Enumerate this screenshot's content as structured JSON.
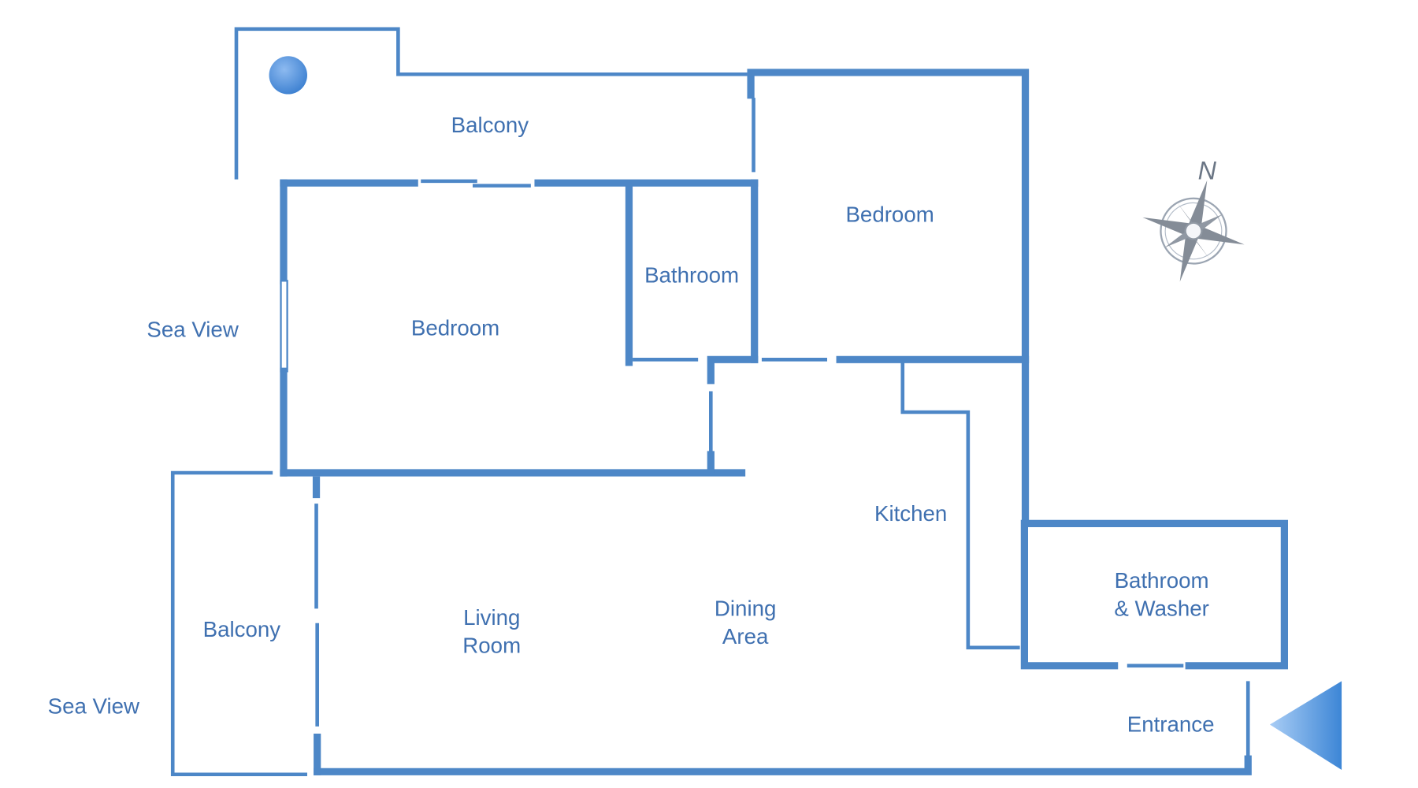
{
  "rooms": {
    "balcony_top": "Balcony",
    "bedroom_right": "Bedroom",
    "bathroom": "Bathroom",
    "sea_view_top": "Sea View",
    "bedroom_left": "Bedroom",
    "kitchen": "Kitchen",
    "bath_washer_1": "Bathroom",
    "bath_washer_2": "& Washer",
    "balcony_bottom": "Balcony",
    "living_1": "Living",
    "living_2": "Room",
    "dining_1": "Dining",
    "dining_2": "Area",
    "sea_view_bottom": "Sea View",
    "entrance": "Entrance"
  },
  "compass": {
    "north_label": "N"
  },
  "colors": {
    "wall": "#4d87c7",
    "text": "#3f70b0"
  }
}
